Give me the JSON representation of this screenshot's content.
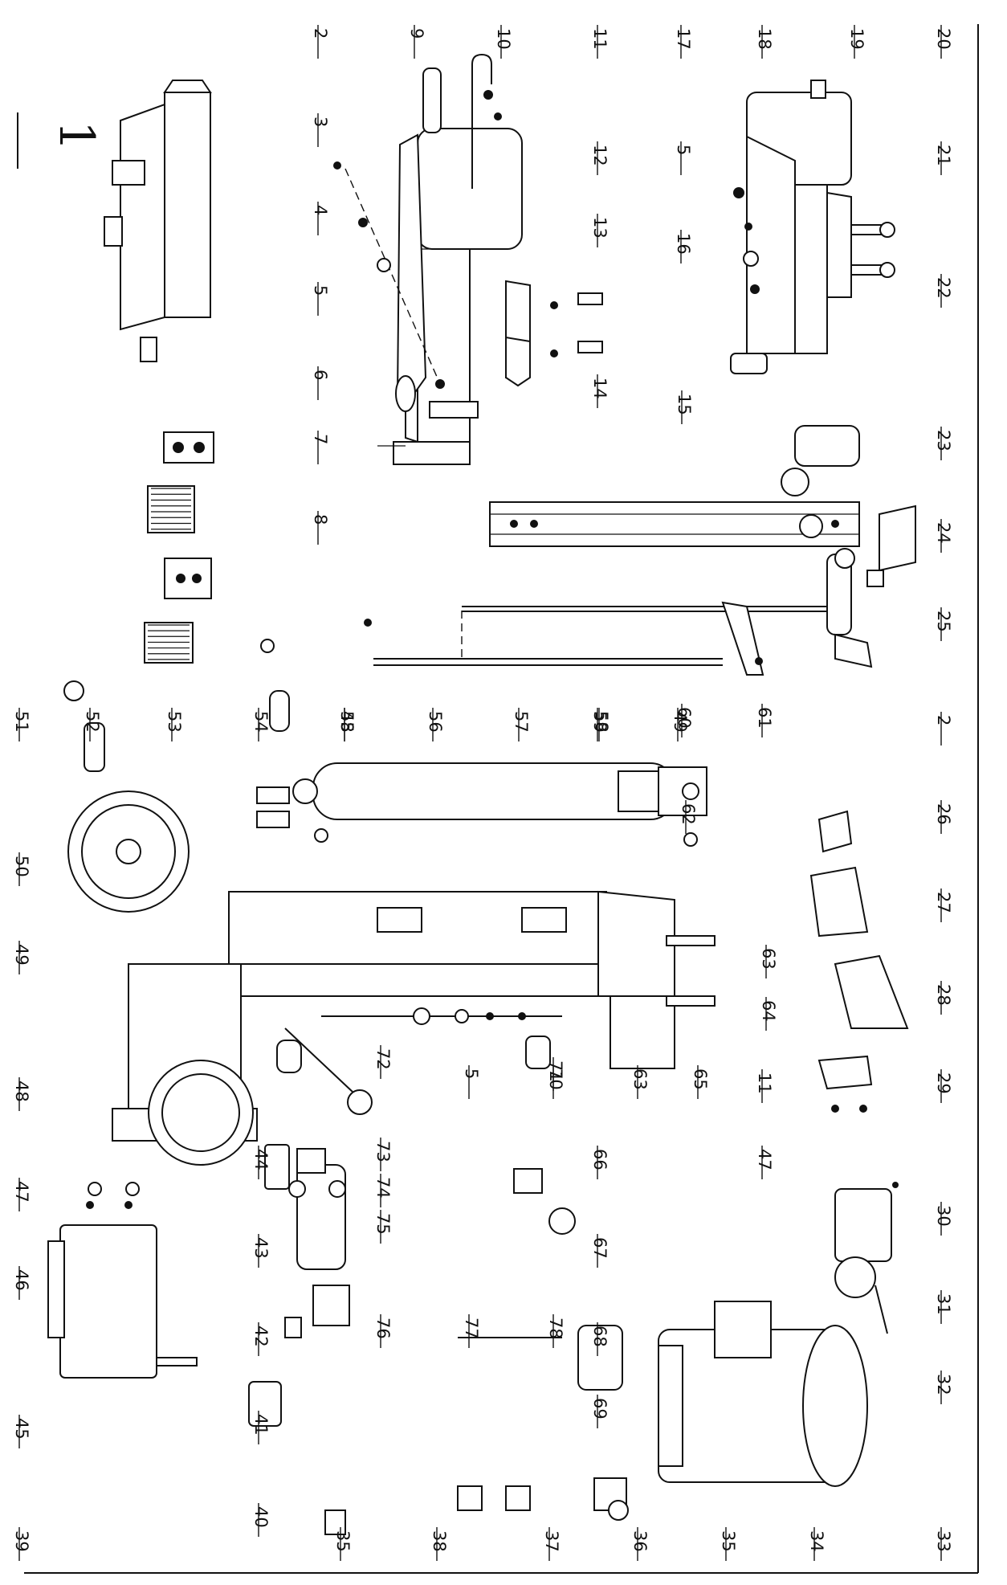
{
  "diagram": {
    "figure_number": "1",
    "part_labels": [
      "2",
      "9",
      "10",
      "11",
      "17",
      "18",
      "19",
      "20",
      "12",
      "3",
      "21",
      "4",
      "13",
      "5",
      "16",
      "5",
      "6",
      "22",
      "14",
      "7",
      "23",
      "15",
      "8",
      "24",
      "53",
      "25",
      "54",
      "48",
      "56",
      "60",
      "61",
      "49",
      "2",
      "55",
      "59",
      "51",
      "52",
      "57",
      "58",
      "62",
      "26",
      "50",
      "27",
      "49",
      "63",
      "64",
      "28",
      "48",
      "72",
      "5",
      "71",
      "70",
      "63",
      "65",
      "11",
      "29",
      "73",
      "74",
      "75",
      "47",
      "47",
      "44",
      "66",
      "30",
      "46",
      "43",
      "67",
      "31",
      "42",
      "68",
      "76",
      "77",
      "78",
      "69",
      "32",
      "41",
      "45",
      "40",
      "33",
      "39",
      "35",
      "38",
      "37",
      "36",
      "35",
      "34"
    ],
    "colors": {
      "line": "#111111",
      "background": "#ffffff",
      "shade": "#d9d9d9"
    }
  }
}
